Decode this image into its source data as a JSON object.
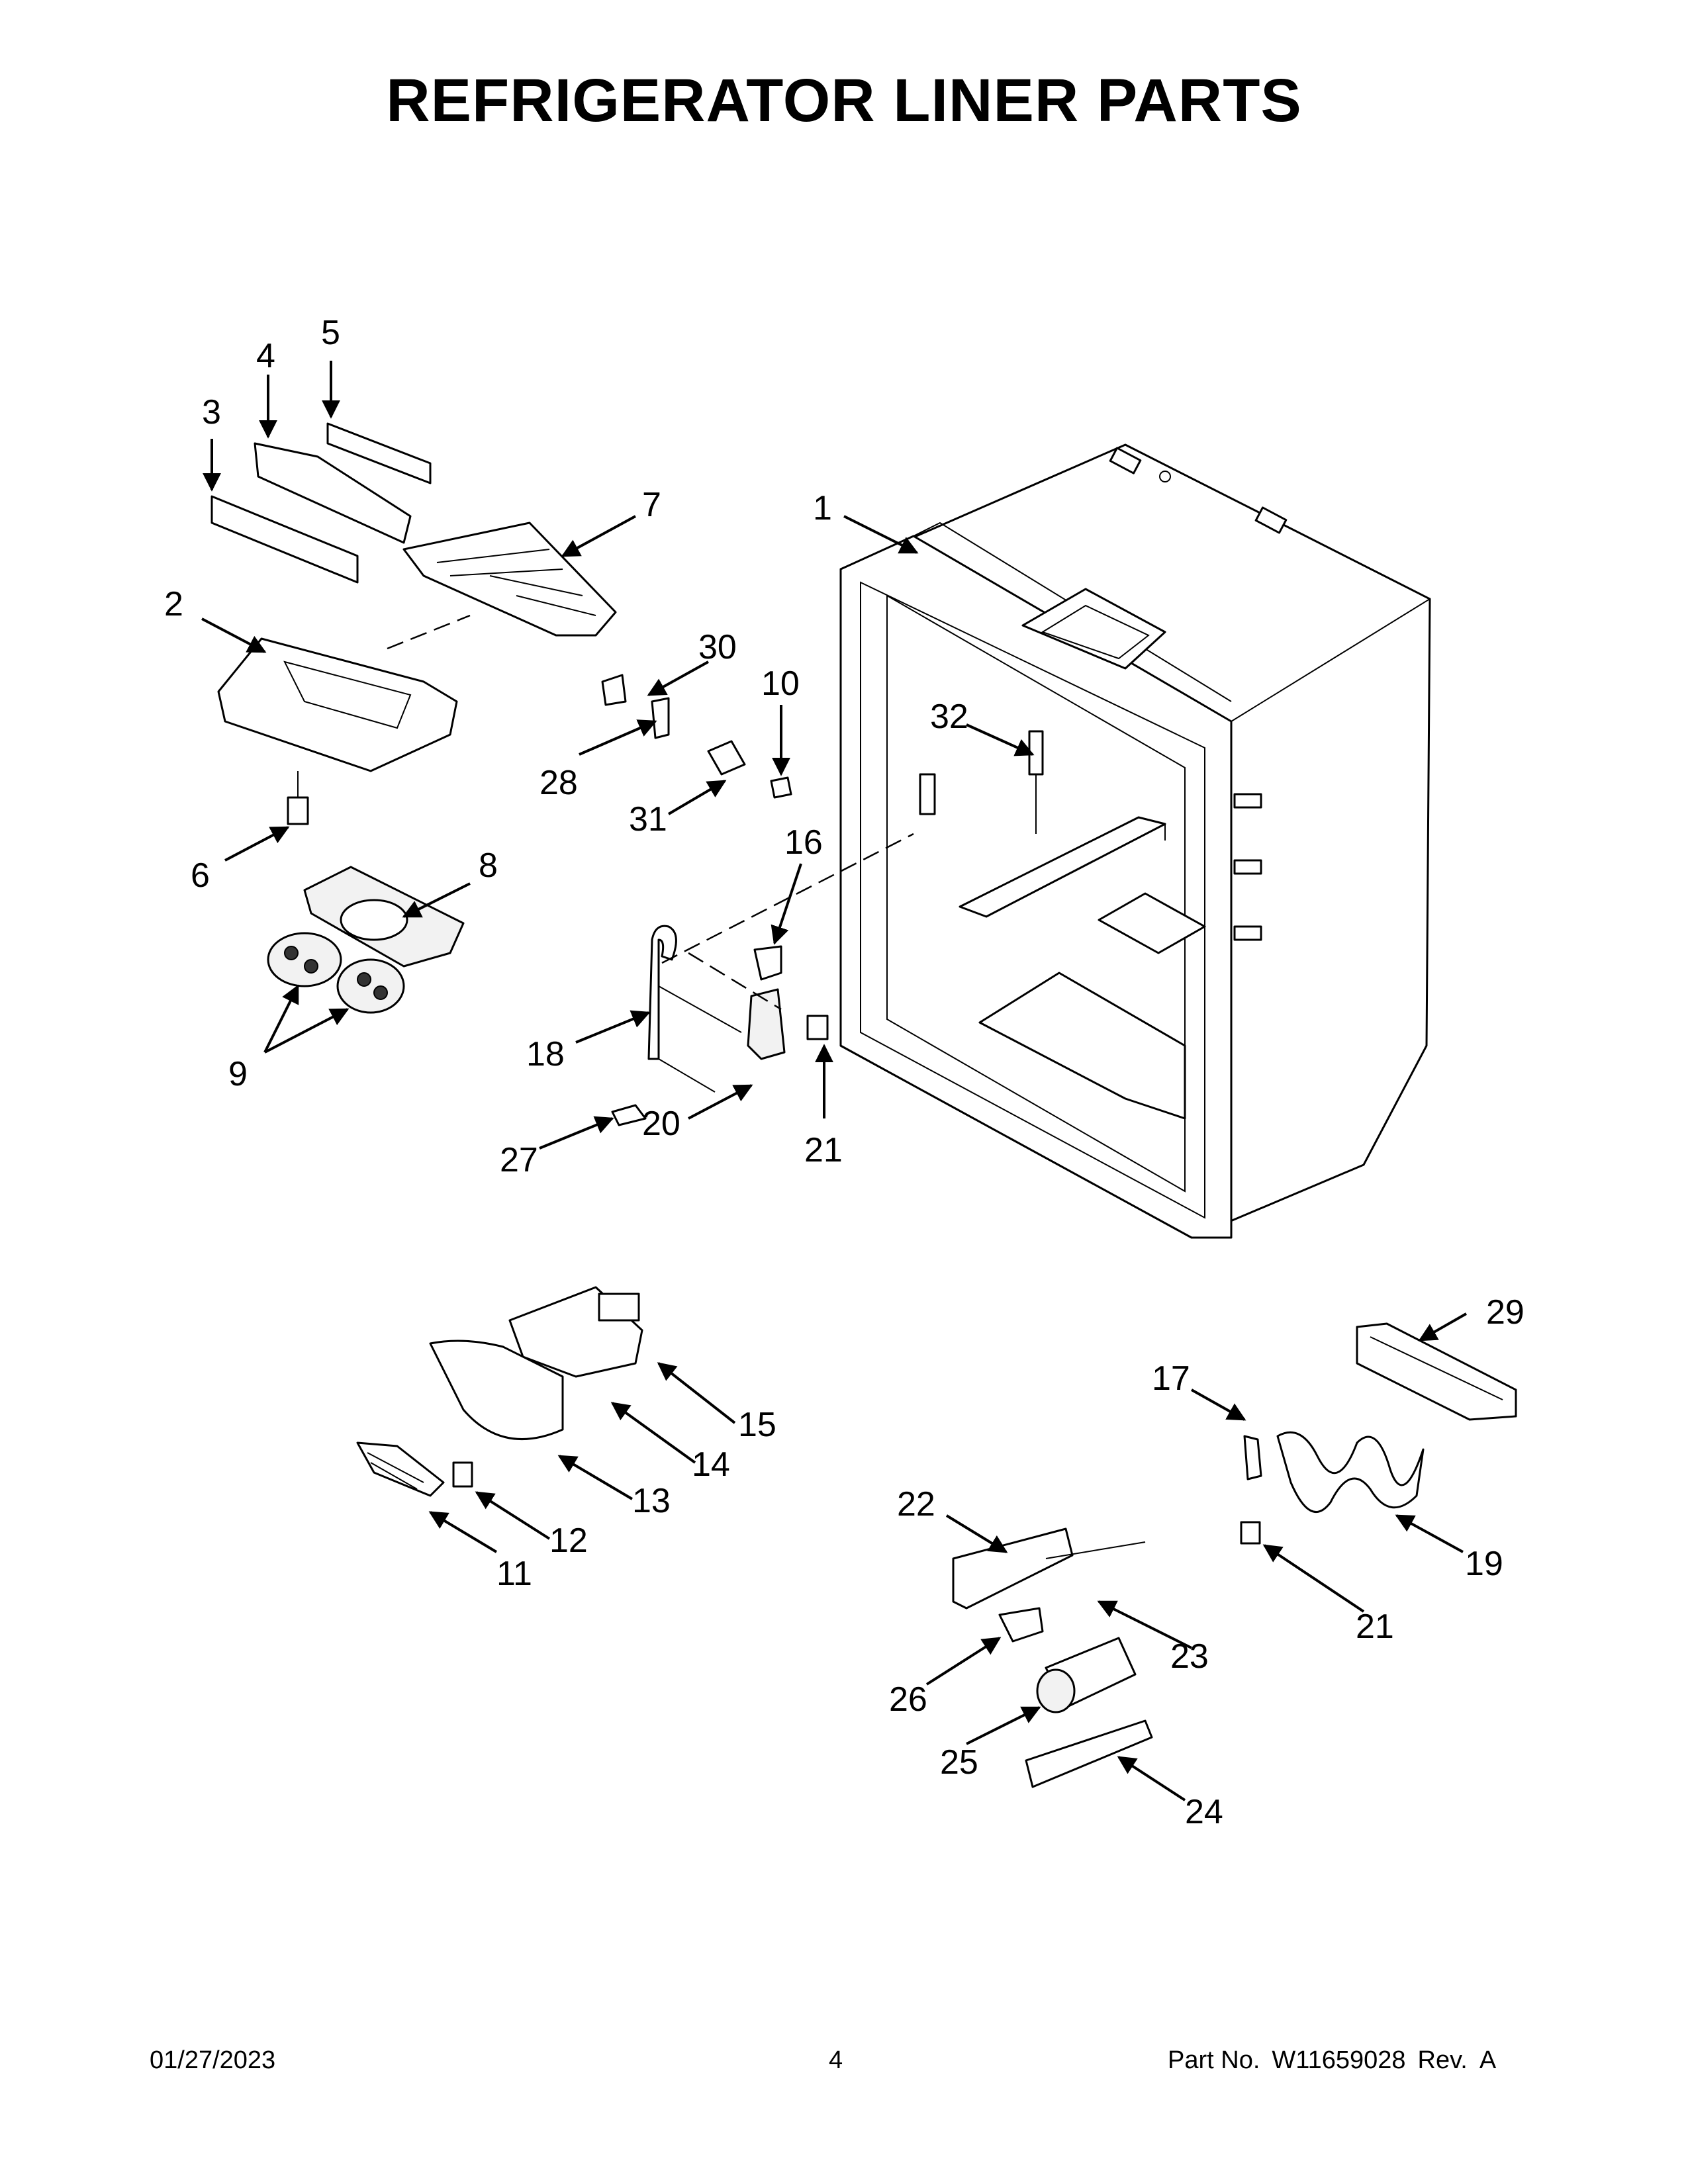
{
  "title": "REFRIGERATOR LINER PARTS",
  "callouts": [
    "1",
    "2",
    "3",
    "4",
    "5",
    "6",
    "7",
    "8",
    "9",
    "10",
    "11",
    "12",
    "13",
    "14",
    "15",
    "16",
    "17",
    "18",
    "19",
    "20",
    "21",
    "22",
    "23",
    "24",
    "25",
    "26",
    "27",
    "28",
    "29",
    "30",
    "31",
    "32"
  ],
  "footer": {
    "date": "01/27/2023",
    "page_number": "4",
    "part_label": "Part No.",
    "part_number": "W11659028",
    "rev_label": "Rev.",
    "rev": "A"
  }
}
